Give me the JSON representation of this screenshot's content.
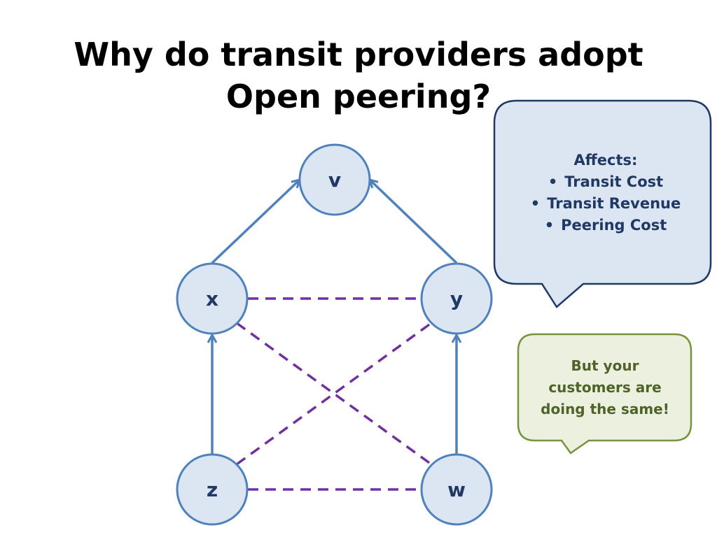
{
  "title": {
    "line1": "Why do transit providers adopt",
    "line2": "Open peering?"
  },
  "nodes": {
    "v": "v",
    "x": "x",
    "y": "y",
    "z": "z",
    "w": "w"
  },
  "edges": {
    "transit": [
      [
        "x",
        "v"
      ],
      [
        "y",
        "v"
      ],
      [
        "z",
        "x"
      ],
      [
        "w",
        "y"
      ]
    ],
    "peering": [
      [
        "x",
        "y"
      ],
      [
        "z",
        "w"
      ],
      [
        "x",
        "w"
      ],
      [
        "z",
        "y"
      ]
    ]
  },
  "callout_blue": {
    "heading": "Affects:",
    "items": [
      "Transit Cost",
      "Transit Revenue",
      "Peering Cost"
    ]
  },
  "callout_green": {
    "line1": "But your",
    "line2": "customers are",
    "line3": "doing the same!"
  },
  "colors": {
    "node_fill": "#DCE6F2",
    "node_stroke": "#4F81BD",
    "transit_edge": "#4F81BD",
    "peering_edge": "#7030A0",
    "callout_blue_fill": "#DCE6F2",
    "callout_blue_stroke": "#1F3864",
    "callout_green_fill": "#EBF1DE",
    "callout_green_stroke": "#77933C"
  }
}
